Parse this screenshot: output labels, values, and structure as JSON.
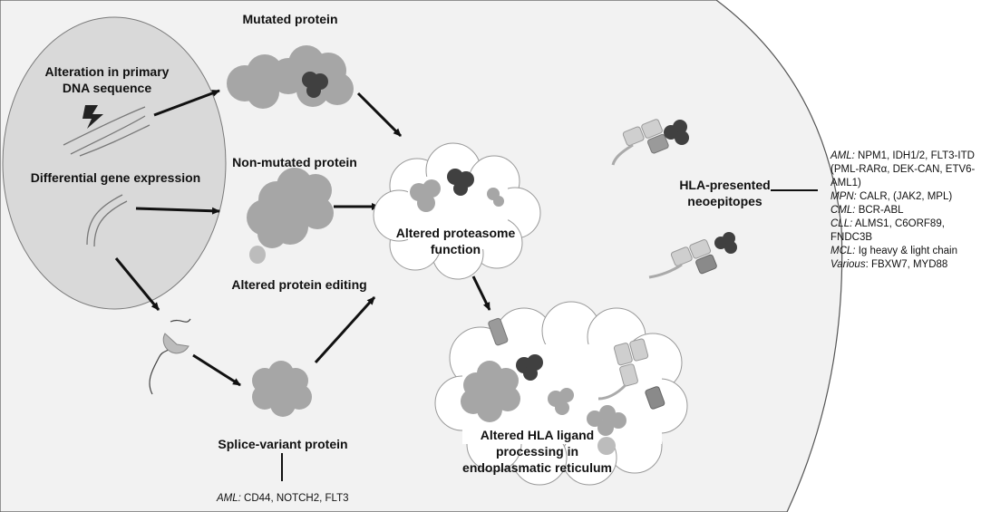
{
  "labels": {
    "alteration": "Alteration in primary DNA sequence",
    "differential": "Differential gene expression",
    "mutated": "Mutated protein",
    "nonmutated": "Non-mutated protein",
    "editing": "Altered protein editing",
    "splice": "Splice-variant protein",
    "proteasome": "Altered proteasome function",
    "hla_processing": "Altered HLA ligand processing in endoplasmatic reticulum",
    "neoepitopes": "HLA-presented neoepitopes"
  },
  "splice_examples": {
    "prefix": "AML:",
    "text": "CD44, NOTCH2, FLT3"
  },
  "neoepitope_list": [
    {
      "prefix": "AML:",
      "text": "NPM1, IDH1/2, FLT3-ITD (PML-RARα, DEK-CAN, ETV6-AML1)"
    },
    {
      "prefix": "MPN:",
      "text": "CALR, (JAK2, MPL)"
    },
    {
      "prefix": "CML:",
      "text": "BCR-ABL"
    },
    {
      "prefix": "CLL:",
      "text": "ALMS1, C6ORF89, FNDC3B"
    },
    {
      "prefix": "MCL:",
      "text": "Ig heavy & light chain"
    },
    {
      "prefix": "Various",
      "text": ": FBXW7, MYD88"
    }
  ],
  "colors": {
    "cell": "#f2f2f2",
    "nucleus": "#d9d9d9",
    "protein_light": "#a6a6a6",
    "protein_mid": "#8c8c8c",
    "protein_dark": "#404040",
    "hla_light": "#cfcfcf",
    "hla_mid": "#9a9a9a"
  }
}
